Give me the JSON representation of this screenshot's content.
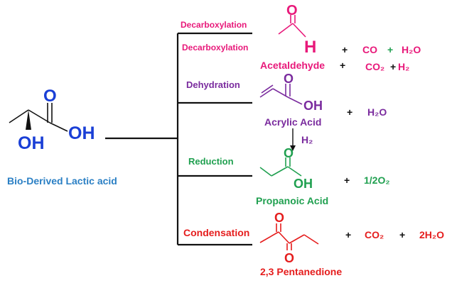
{
  "colors": {
    "blue": "#1a3fd6",
    "lactic_label": "#2a7fc4",
    "magenta": "#e8197a",
    "purple": "#7a2b9e",
    "green": "#20a050",
    "red": "#e51d1d",
    "black": "#111111"
  },
  "reactant": {
    "o_atom": "O",
    "oh_atom": "OH",
    "oh_lower_atom": "OH",
    "label": "Bio-Derived Lactic acid"
  },
  "branches": {
    "decarbonylation": {
      "route": "Decarboxylation",
      "o_atom": "O",
      "h_atom": "H",
      "product": "Acetaldehyde",
      "plus1": "+",
      "byproduct1": "CO",
      "plus2": "+",
      "byproduct2": "H₂O"
    },
    "decarboxylation": {
      "route": "Decarboxylation",
      "plus1": "+",
      "byproduct1": "CO₂",
      "plus2": "+",
      "byproduct2": "H₂"
    },
    "dehydration": {
      "route": "Dehydration",
      "o_atom": "O",
      "oh_atom": "OH",
      "product": "Acrylic Acid",
      "plus": "+",
      "byproduct": "H₂O",
      "reagent": "H₂"
    },
    "reduction": {
      "route": "Reduction",
      "o_atom": "O",
      "oh_atom": "OH",
      "product": "Propanoic Acid",
      "plus": "+",
      "byproduct": "1/2O₂"
    },
    "condensation": {
      "route": "Condensation",
      "o_atom_top": "O",
      "o_atom_bottom": "O",
      "product": "2,3 Pentanedione",
      "plus1": "+",
      "byproduct1": "CO₂",
      "plus2": "+",
      "byproduct2": "2H₂O"
    }
  }
}
